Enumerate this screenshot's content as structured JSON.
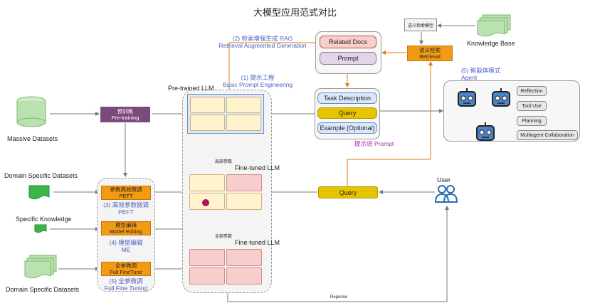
{
  "title": "大模型应用范式对比",
  "left": {
    "massive_datasets": "Massive Datasets",
    "domain_datasets_1": "Domain Specific Datasets",
    "specific_knowledge": "Specific Knowledge",
    "domain_datasets_2": "Domain Specific Datasets"
  },
  "pretrain_box": {
    "cn": "预训练",
    "en": "Pre-training"
  },
  "peft_box": {
    "cn": "参数高效微调",
    "en": "PEFT"
  },
  "me_box": {
    "cn": "模型编辑",
    "en": "Model Editing"
  },
  "fft_box": {
    "cn": "全参微调",
    "en": "Full FineTune"
  },
  "annotations": {
    "peft_cn": "(3) 高效参数微调",
    "peft_en": "PEFT",
    "me_cn": "(4) 模型编辑",
    "me_en": "ME",
    "fft_cn": "(5) 全参微调",
    "fft_en": "Full Fine Tuning",
    "rag_cn": "(2) 检索增强生成 RAG",
    "rag_en": "Retrieval Augmented Generation",
    "bpe_cn": "(1) 提示工程",
    "bpe_en": "Basic Prompt Engineering",
    "agent_cn": "(5) 智能体模式",
    "agent_en": "Agent",
    "prompt_label": "提示语 Prompt"
  },
  "llm_labels": {
    "pretrained": "Pre-trained LLM",
    "finetuned_1": "Fine-tuned LLM",
    "finetuned_2": "Fine-tuned LLM",
    "partial_params": "局部参数",
    "full_params": "全部参数"
  },
  "rag": {
    "related_docs": "Related Docs",
    "prompt": "Prompt",
    "retrieval_cn": "语义检索",
    "retrieval_en": "Retrieval",
    "retrieval_model": "语义检索模型",
    "knowledge_base": "Knowledge Base"
  },
  "prompt_panel": {
    "task": "Task Description",
    "query": "Query",
    "example": "Example (Optional)"
  },
  "agent": {
    "reflection": "Reflection",
    "tool_use": "Tool Use",
    "planning": "Planning",
    "multiagent": "Multiagent Collaboration"
  },
  "user_label": "User",
  "query_bar": "Query",
  "response": "Reponse",
  "colors": {
    "orange": "#f29a12",
    "purple_box": "#7b4a7d",
    "yellow_cell": "#fff2cc",
    "pink_cell": "#f8cecc",
    "query_yellow": "#e6c400",
    "green_db": "#b9e2b0",
    "agent_blue": "#4a84c9",
    "arrow_orange": "#e07a10",
    "annotation_blue": "#4b5fc4"
  }
}
